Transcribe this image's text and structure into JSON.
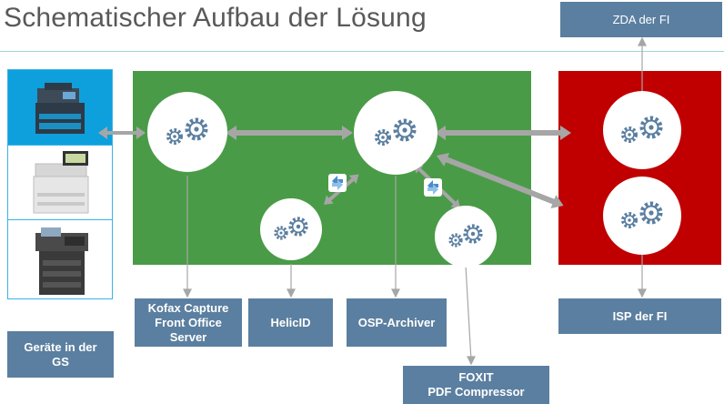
{
  "title": "Schematischer Aufbau der Lösung",
  "components": {
    "kofax": "Kofax Capture\nFront Office\nServer",
    "helicid": "HelicID",
    "osp_archiver": "OSP-Archiver",
    "foxit": "FOXIT\nPDF Compressor",
    "geraete": "Geräte in der\nGS",
    "zda": "ZDA der FI",
    "isp": "ISP der FI"
  },
  "colors": {
    "green_zone": "#4a9b47",
    "red_zone": "#c00000",
    "label_box": "#5b7fa0",
    "device_border": "#39b3e6",
    "connector": "#a6a6a6",
    "gear": "#5b7fa0"
  },
  "icons": [
    "gear-icon",
    "swap-icon",
    "printer-icon"
  ]
}
